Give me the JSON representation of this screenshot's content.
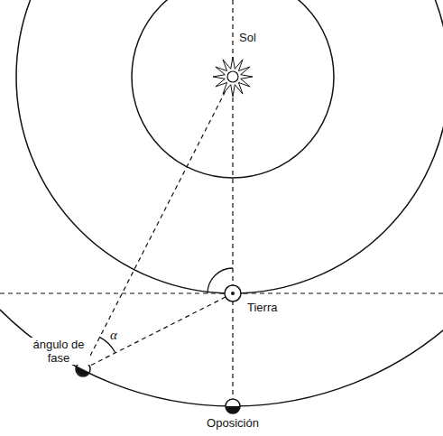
{
  "diagram": {
    "labels": [
      "Sol",
      "ángulo de fase",
      "α",
      "Tierra",
      "Oposición"
    ]
  }
}
